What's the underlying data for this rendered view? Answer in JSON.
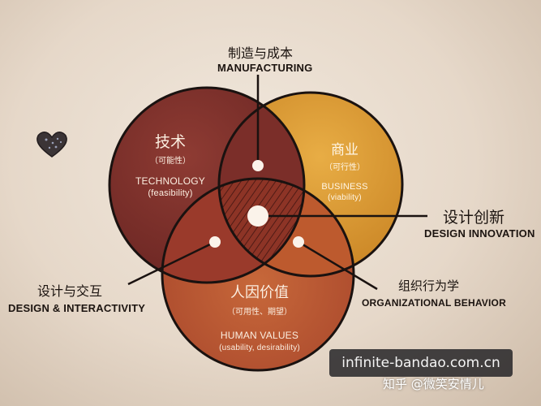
{
  "center": {
    "cn": "设计创新",
    "en": "DESIGN INNOVATION"
  },
  "top": {
    "cn": "制造与成本",
    "en": "MANUFACTURING"
  },
  "left": {
    "cn": "设计与交互",
    "en": "DESIGN & INTERACTIVITY"
  },
  "right": {
    "cn": "组织行为学",
    "en": "ORGANIZATIONAL BEHAVIOR"
  },
  "circles": {
    "technology": {
      "cn": "技术",
      "cn_sub": "（可能性）",
      "en": "TECHNOLOGY",
      "en_sub": "(feasibility)",
      "color": "#7a2f2a"
    },
    "business": {
      "cn": "商业",
      "cn_sub": "（可行性）",
      "en": "BUSINESS",
      "en_sub": "(viability)",
      "color": "#d9982f"
    },
    "human": {
      "cn": "人因价值",
      "cn_sub": "（可用性、期望）",
      "en": "HUMAN VALUES",
      "en_sub": "(usability, desirability)",
      "color": "#b8542c"
    }
  },
  "watermark": "infinite-bandao.com.cn",
  "credit": "知乎 @微笑安情儿",
  "heart": "heart-icon"
}
